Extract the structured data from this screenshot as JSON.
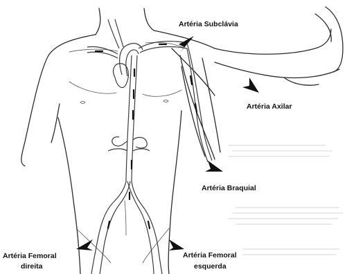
{
  "labels": {
    "subclavia": "Artéria Subclávia",
    "axilar": "Artéria Axilar",
    "braquial": "Artéria Braquial",
    "femoral_direita_line1": "Artéria Femoral",
    "femoral_direita_line2": "direita",
    "femoral_esquerda_line1": "Artéria Femoral",
    "femoral_esquerda_line2": "esquerda"
  }
}
